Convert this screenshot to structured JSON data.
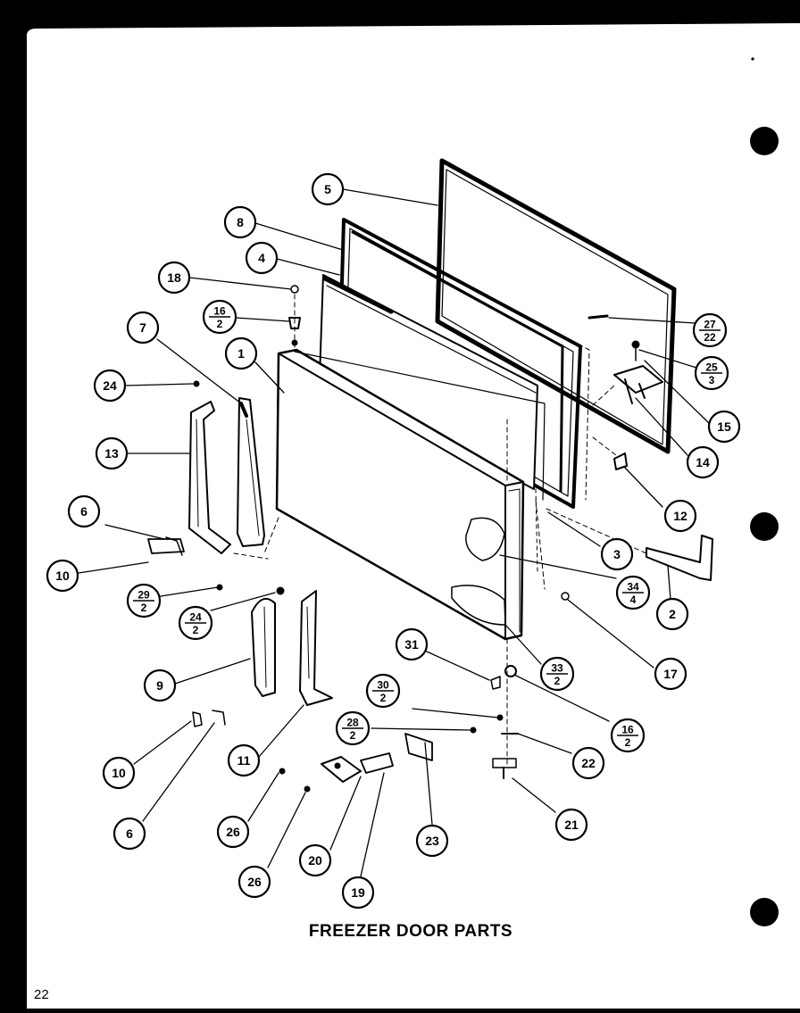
{
  "title": "FREEZER DOOR PARTS",
  "page_number": "22",
  "callouts": [
    {
      "id": "c5",
      "number": "5"
    },
    {
      "id": "c8",
      "number": "8"
    },
    {
      "id": "c4",
      "number": "4"
    },
    {
      "id": "c18",
      "number": "18"
    },
    {
      "id": "c16a",
      "number": "16",
      "qty": "2"
    },
    {
      "id": "c7",
      "number": "7"
    },
    {
      "id": "c1",
      "number": "1"
    },
    {
      "id": "c24a",
      "number": "24"
    },
    {
      "id": "c13",
      "number": "13"
    },
    {
      "id": "c6a",
      "number": "6"
    },
    {
      "id": "c10a",
      "number": "10"
    },
    {
      "id": "c29",
      "number": "29",
      "qty": "2"
    },
    {
      "id": "c24b",
      "number": "24",
      "qty": "2"
    },
    {
      "id": "c9",
      "number": "9"
    },
    {
      "id": "c10b",
      "number": "10"
    },
    {
      "id": "c11",
      "number": "11"
    },
    {
      "id": "c6b",
      "number": "6"
    },
    {
      "id": "c26a",
      "number": "26"
    },
    {
      "id": "c26b",
      "number": "26"
    },
    {
      "id": "c20",
      "number": "20"
    },
    {
      "id": "c19",
      "number": "19"
    },
    {
      "id": "c23",
      "number": "23"
    },
    {
      "id": "c28",
      "number": "28",
      "qty": "2"
    },
    {
      "id": "c30",
      "number": "30",
      "qty": "2"
    },
    {
      "id": "c31",
      "number": "31"
    },
    {
      "id": "c21",
      "number": "21"
    },
    {
      "id": "c22",
      "number": "22"
    },
    {
      "id": "c16b",
      "number": "16",
      "qty": "2"
    },
    {
      "id": "c33",
      "number": "33",
      "qty": "2"
    },
    {
      "id": "c17",
      "number": "17"
    },
    {
      "id": "c2",
      "number": "2"
    },
    {
      "id": "c34",
      "number": "34",
      "qty": "4"
    },
    {
      "id": "c3",
      "number": "3"
    },
    {
      "id": "c12",
      "number": "12"
    },
    {
      "id": "c14",
      "number": "14"
    },
    {
      "id": "c15",
      "number": "15"
    },
    {
      "id": "c25",
      "number": "25",
      "qty": "3"
    },
    {
      "id": "c27",
      "number": "27",
      "qty": "22"
    }
  ]
}
